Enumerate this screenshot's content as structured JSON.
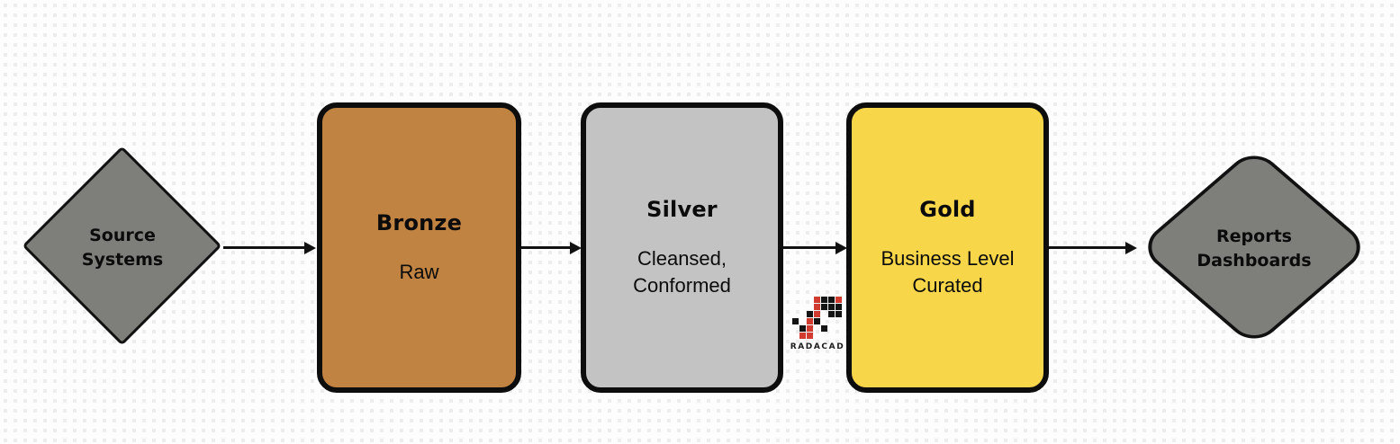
{
  "background": {
    "base_color": "#fdfdfd",
    "dot_color": "#ededed"
  },
  "diagram": {
    "source": {
      "label_line1": "Source",
      "label_line2": "Systems",
      "fill": "#7e7e7b",
      "border_color": "#111111"
    },
    "stages": [
      {
        "title": "Bronze",
        "subtitle_lines": [
          "Raw"
        ],
        "fill": "#c08342"
      },
      {
        "title": "Silver",
        "subtitle_lines": [
          "Cleansed,",
          "Conformed"
        ],
        "fill": "#c3c3c3"
      },
      {
        "title": "Gold",
        "subtitle_lines": [
          "Business Level",
          "Curated"
        ],
        "fill": "#f7d64a"
      }
    ],
    "target": {
      "label_line1": "Reports",
      "label_line2": "Dashboards",
      "fill": "#7e7e7b",
      "border_color": "#111111"
    },
    "arrow_color": "#111111",
    "box_border_color": "#0d0d0d",
    "text_color": "#0b0b0b"
  },
  "watermark": {
    "text": "RADACAD",
    "red": "#d13b30",
    "black": "#141414",
    "grid": [
      [
        0,
        3,
        "red"
      ],
      [
        0,
        4,
        "black"
      ],
      [
        0,
        5,
        "black"
      ],
      [
        0,
        6,
        "red"
      ],
      [
        1,
        3,
        "red"
      ],
      [
        1,
        4,
        "black"
      ],
      [
        1,
        5,
        "black"
      ],
      [
        1,
        6,
        "black"
      ],
      [
        2,
        2,
        "black"
      ],
      [
        2,
        3,
        "red"
      ],
      [
        2,
        5,
        "black"
      ],
      [
        2,
        6,
        "black"
      ],
      [
        3,
        0,
        "black"
      ],
      [
        3,
        2,
        "red"
      ],
      [
        3,
        3,
        "black"
      ],
      [
        4,
        1,
        "black"
      ],
      [
        4,
        2,
        "red"
      ],
      [
        4,
        4,
        "black"
      ],
      [
        5,
        1,
        "red"
      ],
      [
        5,
        2,
        "red"
      ]
    ]
  }
}
